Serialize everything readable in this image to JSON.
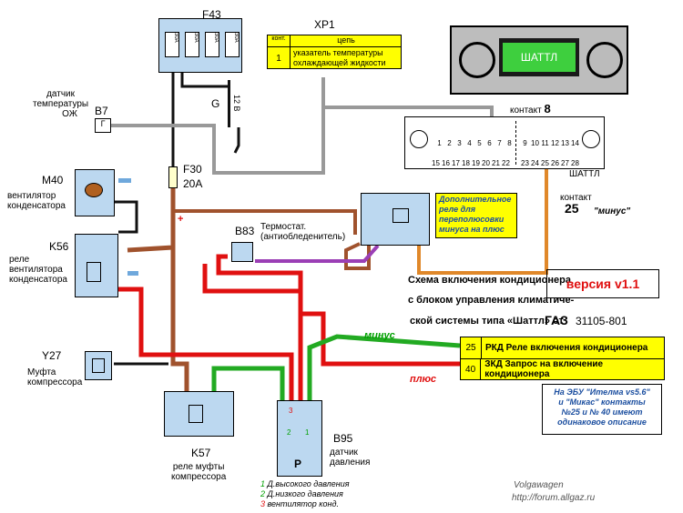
{
  "fuse_box": {
    "code": "F43",
    "fuse_labels": [
      "30A",
      "30A",
      "30A",
      "30A"
    ]
  },
  "connector_xp1": {
    "code": "XP1",
    "header": {
      "col1": "конт.",
      "col2": "цепь"
    },
    "rows": [
      {
        "num": "1",
        "text_line1": "указатель температуры",
        "text_line2": "охлаждающей жидкости"
      }
    ]
  },
  "battery": {
    "code": "G",
    "voltage": "12 В"
  },
  "temp_sensor": {
    "code": "B7",
    "desc_line1": "датчик",
    "desc_line2": "температуры",
    "desc_line3": "ОЖ",
    "symbol": "Г"
  },
  "fuse_f30": {
    "code": "F30",
    "rating": "20A"
  },
  "fan": {
    "code": "M40",
    "desc_line1": "вентилятор",
    "desc_line2": "конденсатора"
  },
  "relay_k56": {
    "code": "K56",
    "desc_line1": "реле",
    "desc_line2": "вентилятора",
    "desc_line3": "конденсатора"
  },
  "clutch": {
    "code": "Y27",
    "desc_line1": "Муфта",
    "desc_line2": "компрессора"
  },
  "relay_k57": {
    "code": "K57",
    "desc_line1": "реле муфты",
    "desc_line2": "компрессора"
  },
  "pressure_sensor": {
    "code": "B95",
    "desc_line1": "датчик",
    "desc_line2": "давления",
    "symbol": "P",
    "contact_nums": [
      "1",
      "2",
      "3"
    ]
  },
  "thermostat": {
    "code": "B83",
    "desc_line1": "Термостат.",
    "desc_line2": "(антиобледенитель)"
  },
  "extra_relay": {
    "text_line1": "Дополнительное",
    "text_line2": "реле для",
    "text_line3": "переполюсовки",
    "text_line4": "минуса на плюс"
  },
  "shattl_unit": {
    "display": "ШАТТЛ",
    "label": "ШАТТЛ",
    "contact8": {
      "word": "контакт",
      "num": "8"
    },
    "contact25": {
      "word": "контакт",
      "num": "25",
      "note": "\"минус\""
    },
    "pins_top_left": [
      "1",
      "2",
      "3",
      "4",
      "5",
      "6",
      "7",
      "8"
    ],
    "pins_bottom_left": [
      "15",
      "16",
      "17",
      "18",
      "19",
      "20",
      "21",
      "22"
    ],
    "pins_top_right": [
      "9",
      "10",
      "11",
      "12",
      "13",
      "14"
    ],
    "pins_bottom_right": [
      "23",
      "24",
      "25",
      "26",
      "27",
      "28"
    ]
  },
  "plus_sign": "+",
  "title": {
    "line1": "Схема включения кондиционера",
    "line2": "с блоком управления климатиче-",
    "line3": "ской системы типа «Шаттл» от",
    "brand": "ГАЗ",
    "model": "31105-801",
    "version": "версия v1.1"
  },
  "wire_labels": {
    "minus": "минус",
    "plus": "плюс"
  },
  "ecu_rows": [
    {
      "num": "25",
      "text": "РКД Реле включения кондиционера"
    },
    {
      "num": "40",
      "text": "ЗКД Запрос на включение кондиционера"
    }
  ],
  "ecu_note": {
    "line1": "На ЭБУ \"Ителма vs5.6\"",
    "line2": "и \"Микас\" контакты",
    "line3": "№25 и № 40 имеют",
    "line4": "одинаковое описание"
  },
  "legend": [
    {
      "num": "1",
      "text": "Д.высокого давления",
      "color": "#00a000"
    },
    {
      "num": "2",
      "text": "Д.низкого давления",
      "color": "#00a000"
    },
    {
      "num": "3",
      "text": "вентилятор конд.",
      "color": "#e00000"
    }
  ],
  "credit": {
    "name": "Volgawagen",
    "url": "http://forum.allgaz.ru"
  },
  "colors": {
    "red": "#e01010",
    "brown": "#a0522d",
    "green": "#22aa22",
    "gray": "#909090",
    "orange": "#e0882a",
    "purple": "#9b3fb5",
    "black": "#111111",
    "yellow": "#ffff00",
    "blue": "#6fa8dc"
  }
}
